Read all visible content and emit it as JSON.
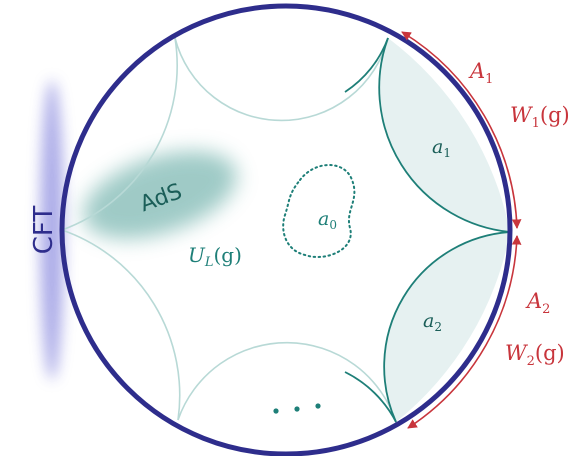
{
  "labels": {
    "cft": "CFT",
    "ads": "AdS",
    "a0": "a",
    "a0_sub": "0",
    "a1": "a",
    "a1_sub": "1",
    "a2": "a",
    "a2_sub": "2",
    "ul": "U",
    "ul_sub": "L",
    "ul_arg": "(g)",
    "A1": "A",
    "A1_sub": "1",
    "A2": "A",
    "A2_sub": "2",
    "W1": "W",
    "W1_sub": "1",
    "W1_arg": "(g)",
    "W2": "W",
    "W2_sub": "2",
    "W2_arg": "(g)",
    "ellipsis": "…"
  },
  "colors": {
    "boundary": "#2e2d8c",
    "teal": "#1e7f78",
    "teal_light": "#b8d9d6",
    "region_fill": "#e6f1f1",
    "red": "#c8353c",
    "glow": "#6b6bd6",
    "ads_cloud": "#7fb9b4"
  }
}
